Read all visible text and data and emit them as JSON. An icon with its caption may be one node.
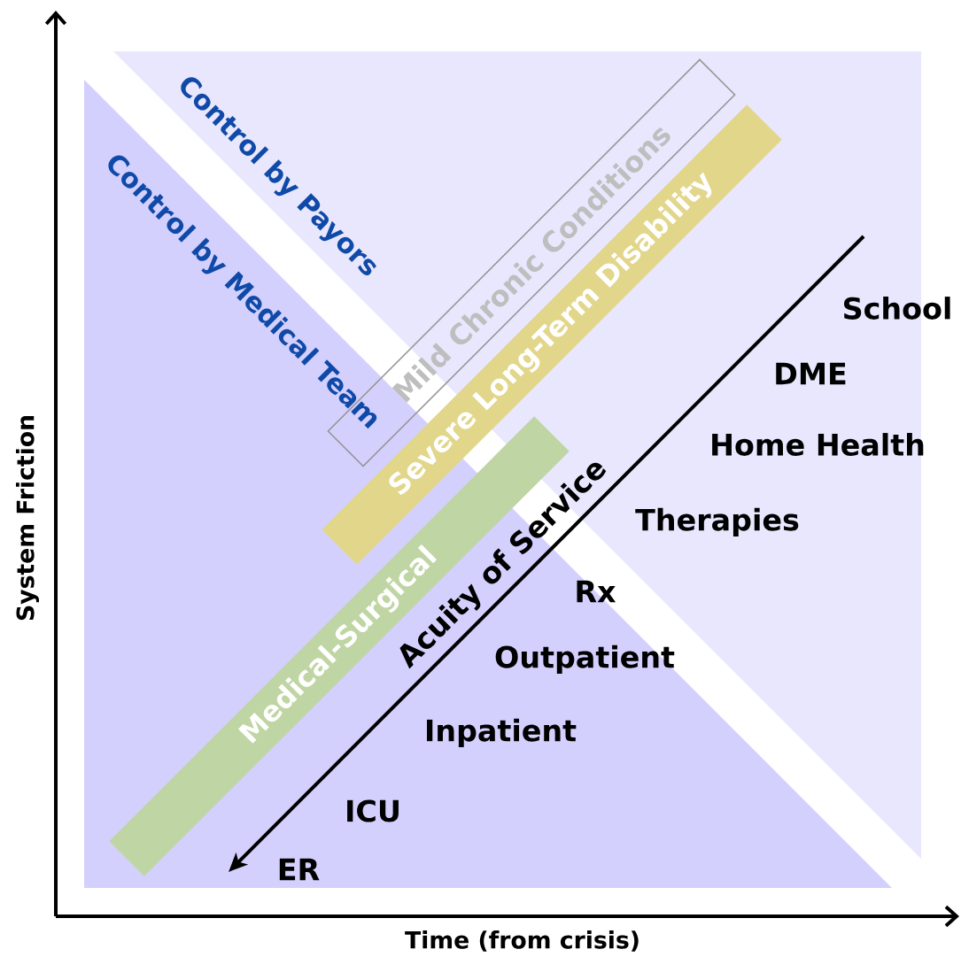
{
  "diagram": {
    "nodes": [
      {
        "text": [
          "Mild Chronic Conditions"
        ]
      },
      {
        "text": [
          "Severe Long-Term Disability"
        ]
      },
      {
        "text": [
          "Medical-Surgical"
        ]
      }
    ],
    "labels": [
      "Control by Payors",
      "Control by Medical Team",
      "Acuity of Service",
      "School",
      "DME",
      "Home Health",
      "Therapies",
      "Rx",
      "Outpatient",
      "Inpatient",
      "ICU",
      "ER",
      "System Friction",
      "Time (from crisis)"
    ]
  }
}
